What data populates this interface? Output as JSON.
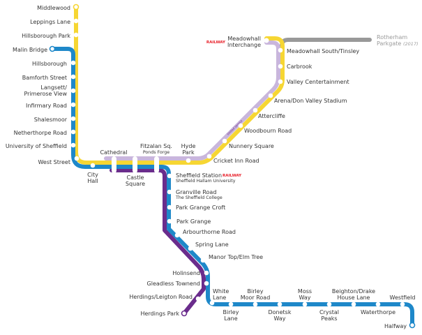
{
  "title": "Sheffield Supertram network map",
  "colors": {
    "yellow": "#f6d633",
    "blue": "#1e88c9",
    "purple": "#6a2c8c",
    "lilac": "#c9b6dc",
    "grey": "#999999",
    "railway": "#e8202a"
  },
  "railway_label": "RAILWAY",
  "limited_service": "limited service",
  "stations": {
    "middlewood": "Middlewood",
    "leppings_lane": "Leppings Lane",
    "hillsborough_park": "Hillsborough Park",
    "malin_bridge": "Malin Bridge",
    "hillsborough": "Hillsborough",
    "bamforth_street": "Bamforth Street",
    "langsett": [
      "Langsett/",
      "Primerose View"
    ],
    "infirmary_road": "Infirmary Road",
    "shalesmoor": "Shalesmoor",
    "netherthorpe_road": "Netherthorpe Road",
    "university": "University of Sheffield",
    "west_street": "West Street",
    "city_hall": [
      "City",
      "Hall"
    ],
    "cathedral": "Cathedral",
    "castle_square": [
      "Castle",
      "Square"
    ],
    "fitzalan": [
      "Fitzalan Sq.",
      "Ponds Forge"
    ],
    "hyde_park": [
      "Hyde",
      "Park"
    ],
    "cricket_inn_road": "Cricket Inn Road",
    "nunnery_square": "Nunnery Square",
    "woodbourn_road": "Woodbourn Road",
    "attercliffe": "Attercliffe",
    "arena": "Arena/Don Valley Stadium",
    "valley_centertainment": "Valley Centertainment",
    "carbrook": "Carbrook",
    "meadowhall_south": "Meadowhall South/Tinsley",
    "meadowhall_interchange": [
      "Meadowhall",
      "Interchange"
    ],
    "rotherham_parkgate": [
      "Rotherham",
      "Parkgate",
      "(2017)"
    ],
    "sheffield_station": [
      "Sheffield Station",
      "Sheffield Hallam University"
    ],
    "granville_road": [
      "Granville Road",
      "The Sheffield College"
    ],
    "park_grange_croft": "Park Grange Croft",
    "park_grange": "Park Grange",
    "arbourthorne_road": "Arbourthorne Road",
    "spring_lane": "Spring Lane",
    "manor_top": "Manor Top/Elm Tree",
    "holinsend": "Holinsend",
    "gleadless_townend": "Gleadless Townend",
    "herdings_leighton_road": "Herdings/Leigton Road",
    "herdings_park": "Herdings Park",
    "white_lane": [
      "White",
      "Lane"
    ],
    "birley_lane": [
      "Birley",
      "Lane"
    ],
    "birley_moor_road": [
      "Birley",
      "Moor Road"
    ],
    "donetsk_way": [
      "Donetsk",
      "Way"
    ],
    "moss_way": [
      "Moss",
      "Way"
    ],
    "crystal_peaks": [
      "Crystal",
      "Peaks"
    ],
    "beighton": [
      "Beighton/Drake",
      "House Lane"
    ],
    "waterthorpe": "Waterthorpe",
    "westfield": "Westfield",
    "halfway": "Halfway"
  }
}
